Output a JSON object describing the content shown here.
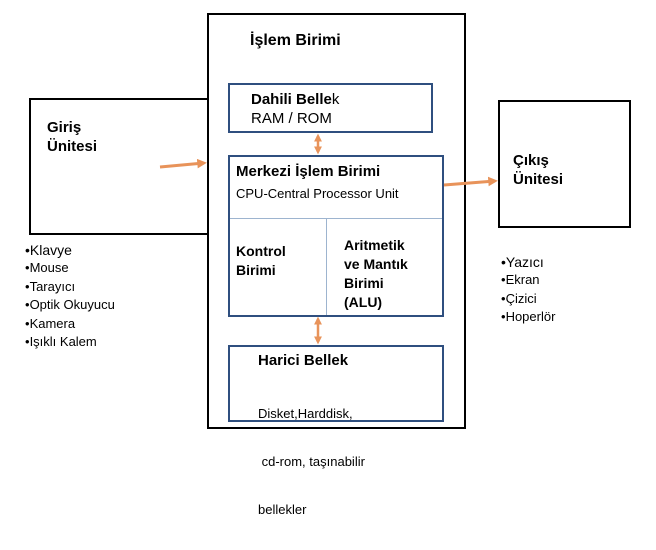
{
  "colors": {
    "arrow": "#e8935a",
    "border": "#000000",
    "inner_border": "#2f4f7f",
    "divider": "#9db4cf"
  },
  "input_unit": {
    "title_line1": "Giriş",
    "title_line2": "Ünitesi"
  },
  "input_devices": [
    "Klavye",
    "Mouse",
    "Tarayıcı",
    "Optik Okuyucu",
    "Kamera",
    "Işıklı Kalem"
  ],
  "output_unit": {
    "title_line1": "Çıkış",
    "title_line2": "Ünitesi"
  },
  "output_devices": [
    "Yazıcı",
    "Ekran",
    "Çizici",
    "Hoperlör"
  ],
  "processing_unit": {
    "title": "İşlem Birimi",
    "internal_memory": {
      "title_bold": "Dahili Belle",
      "title_rest": "k",
      "subtitle": "RAM / ROM"
    },
    "cpu": {
      "title": "Merkezi İşlem Birimi",
      "subtitle": "CPU-Central Processor Unit",
      "control_line1": "Kontrol",
      "control_line2": "Birimi",
      "alu_line1": "Aritmetik",
      "alu_line2": "ve Mantık",
      "alu_line3": "Birimi",
      "alu_line4": "(ALU)"
    },
    "external_memory": {
      "title": "Harici Bellek",
      "line1": "Disket,Harddisk,",
      "line2": " cd-rom, taşınabilir",
      "line3": "bellekler"
    }
  }
}
